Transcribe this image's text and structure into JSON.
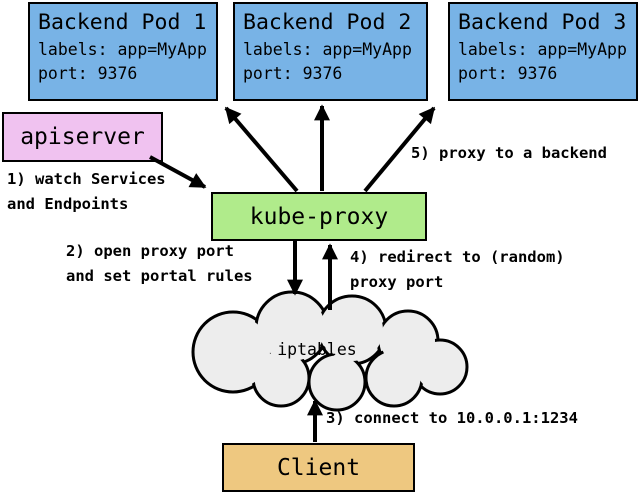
{
  "diagram": {
    "title_hint": "Kubernetes kube-proxy userspace proxy flow",
    "pods": [
      {
        "title": "Backend Pod 1",
        "labels": "labels: app=MyApp",
        "port": "port: 9376"
      },
      {
        "title": "Backend Pod 2",
        "labels": "labels: app=MyApp",
        "port": "port: 9376"
      },
      {
        "title": "Backend Pod 3",
        "labels": "labels: app=MyApp",
        "port": "port: 9376"
      }
    ],
    "apiserver": {
      "label": "apiserver"
    },
    "kube_proxy": {
      "label": "kube-proxy"
    },
    "iptables": {
      "label": "iptables"
    },
    "client": {
      "label": "Client"
    },
    "annotations": {
      "step1": "1) watch Services\nand Endpoints",
      "step2": "2) open proxy port\nand set portal rules",
      "step3": "3) connect to 10.0.0.1:1234",
      "step4": "4) redirect to (random)\nproxy port",
      "step5": "5) proxy to a backend"
    },
    "colors": {
      "pod_fill": "#78b3e6",
      "apiserver_fill": "#f0c2f0",
      "kube_proxy_fill": "#b0eb8b",
      "client_fill": "#eec880",
      "cloud_fill": "#ededed",
      "outline": "#000000",
      "background": "#ffffff"
    }
  }
}
